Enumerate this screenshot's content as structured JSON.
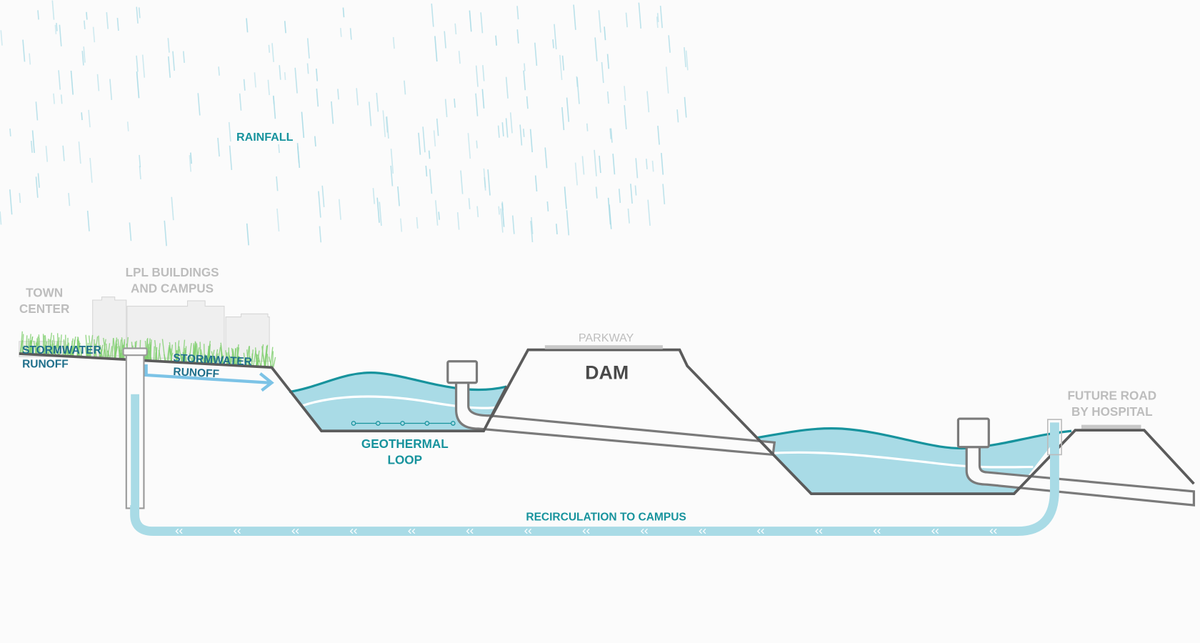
{
  "labels": {
    "rainfall": "RAINFALL",
    "town_center": [
      "TOWN",
      "CENTER"
    ],
    "lpl_buildings": [
      "LPL BUILDINGS",
      "AND CAMPUS"
    ],
    "stormwater_runoff_left": [
      "STORMWATER",
      "RUNOFF"
    ],
    "stormwater_runoff_right": [
      "STORMWATER",
      "RUNOFF"
    ],
    "parkway": "PARKWAY",
    "dam": "DAM",
    "geothermal_loop": [
      "GEOTHERMAL",
      "LOOP"
    ],
    "future_road": [
      "FUTURE ROAD",
      "BY HOSPITAL"
    ],
    "recirculation": "RECIRCULATION TO CAMPUS"
  },
  "colors": {
    "water": "#a9dbe6",
    "water_surface": "#17939d",
    "pipe_flow": "#a9dbe6",
    "runoff_arrow": "#7cc3e6",
    "ground": "#5b5b5b",
    "grass": "#7fcf6e",
    "rain": "#a9dbe6"
  }
}
